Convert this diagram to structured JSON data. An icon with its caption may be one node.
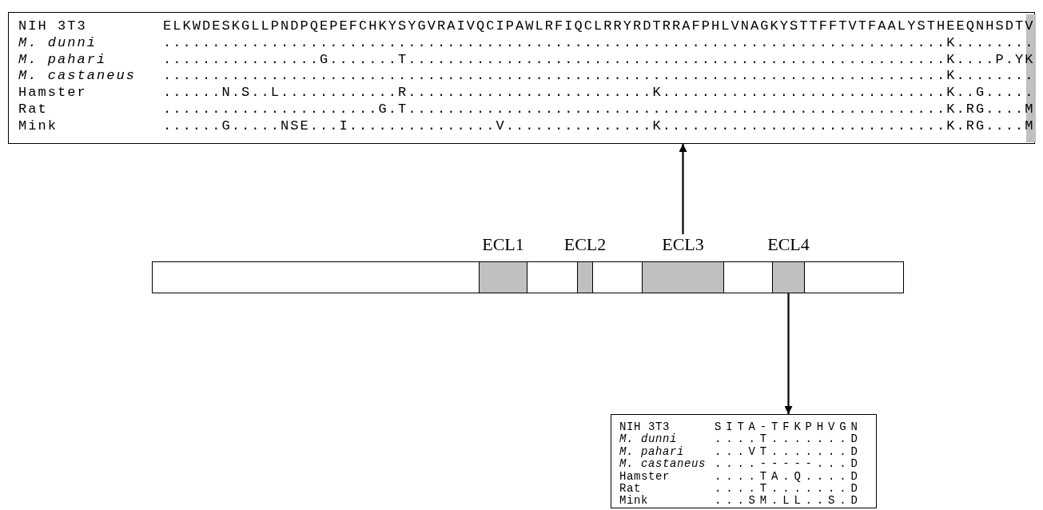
{
  "diagram": {
    "nodes": [
      {
        "text": [
          "NIH 3T3",
          "ELKWDESKGLLPNDPQEPEFCHKYSYGVRAIVQCIPAWLRFIQCLRRYRDTRRAFPHLVNAGKYSTTFFTVTFAALYSTHEEQNHSDTV",
          "M. dunni",
          "................................................................................K........",
          "M. pahari",
          "................G.......T.......................................................K....P.YK",
          "M. castaneus",
          "................................................................................K........",
          "Hamster",
          "......N.S..L............R.........................K.............................K..G.....",
          "Rat",
          "......................G.T.......................................................K.RG....M",
          "Mink",
          "......G.....NSE...I...............V...............K.............................K.RG....M"
        ]
      },
      {
        "text": [],
        "shape": "bar"
      },
      {
        "text": [
          "ECL1"
        ],
        "in": 1
      },
      {
        "text": [
          "ECL2"
        ],
        "in": 1
      },
      {
        "text": [
          "ECL3"
        ],
        "in": 1
      },
      {
        "text": [
          "ECL4"
        ],
        "in": 1
      },
      {
        "text": [
          "NIH 3T3",
          "SITA-TFKPHVGN",
          "M. dunni",
          "....T.......D",
          "M. pahari",
          "...VT.......D",
          "M. castaneus",
          "....-----...D",
          "Hamster",
          "....TA.Q....D",
          "Rat",
          "....T.......D",
          "Mink",
          "...SM.LL..S.D"
        ]
      }
    ],
    "edges": [
      {
        "from": 4,
        "to": 0,
        "arrow": "to"
      },
      {
        "from": 5,
        "to": 6,
        "arrow": "to"
      }
    ]
  }
}
